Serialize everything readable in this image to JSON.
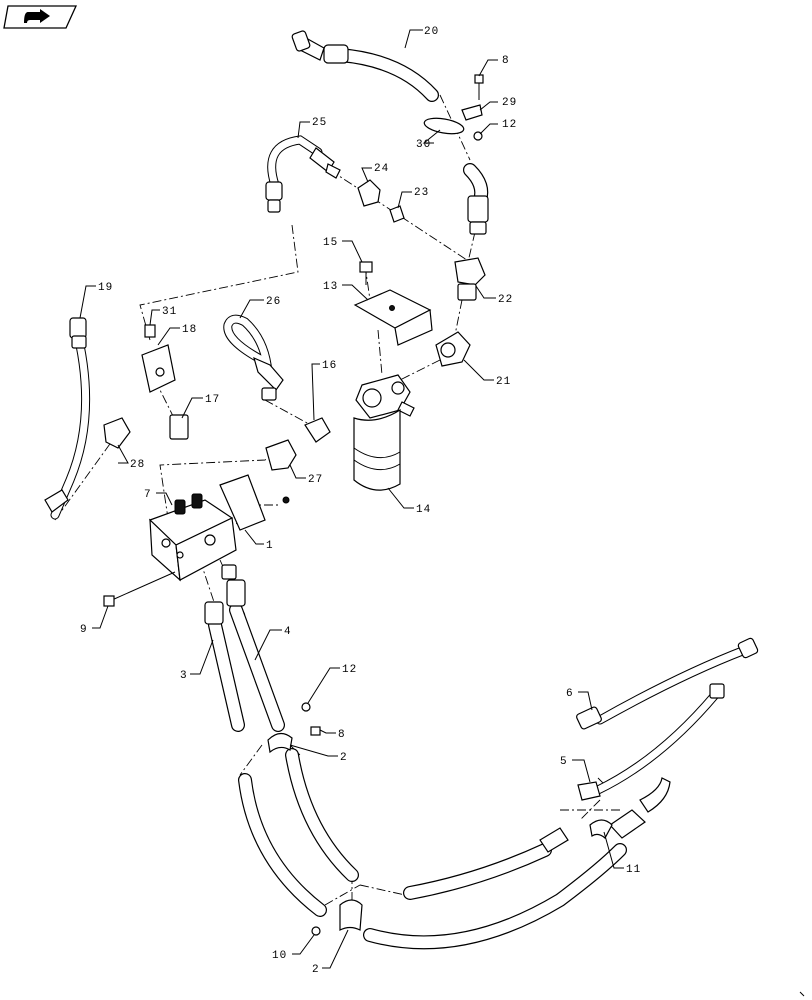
{
  "nav_icon": "forward-arrow-icon",
  "callouts": {
    "c1": "1",
    "c2a": "2",
    "c2b": "2",
    "c3": "3",
    "c4": "4",
    "c5": "5",
    "c6": "6",
    "c7": "7",
    "c8a": "8",
    "c8b": "8",
    "c9": "9",
    "c10": "10",
    "c11": "11",
    "c12a": "12",
    "c12b": "12",
    "c13": "13",
    "c14": "14",
    "c15": "15",
    "c16": "16",
    "c17": "17",
    "c18": "18",
    "c19": "19",
    "c20": "20",
    "c21": "21",
    "c22": "22",
    "c23": "23",
    "c24": "24",
    "c25": "25",
    "c26": "26",
    "c27": "27",
    "c28": "28",
    "c29": "29",
    "c30": "30",
    "c31": "31"
  }
}
